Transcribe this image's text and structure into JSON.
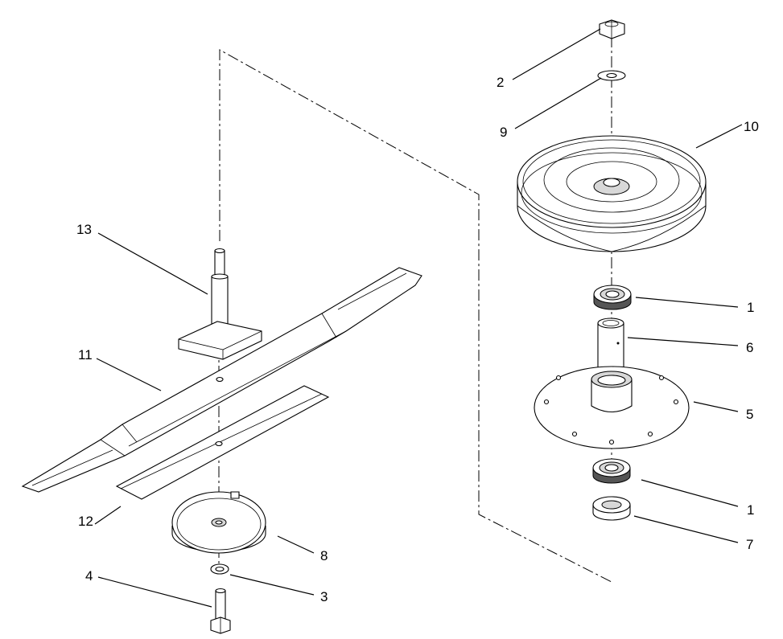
{
  "callouts": [
    {
      "id": "c2",
      "text": "2"
    },
    {
      "id": "c9",
      "text": "9"
    },
    {
      "id": "c10",
      "text": "10"
    },
    {
      "id": "c1a",
      "text": "1"
    },
    {
      "id": "c6",
      "text": "6"
    },
    {
      "id": "c5",
      "text": "5"
    },
    {
      "id": "c1b",
      "text": "1"
    },
    {
      "id": "c7",
      "text": "7"
    },
    {
      "id": "c13",
      "text": "13"
    },
    {
      "id": "c11",
      "text": "11"
    },
    {
      "id": "c12",
      "text": "12"
    },
    {
      "id": "c8",
      "text": "8"
    },
    {
      "id": "c4",
      "text": "4"
    },
    {
      "id": "c3",
      "text": "3"
    }
  ]
}
